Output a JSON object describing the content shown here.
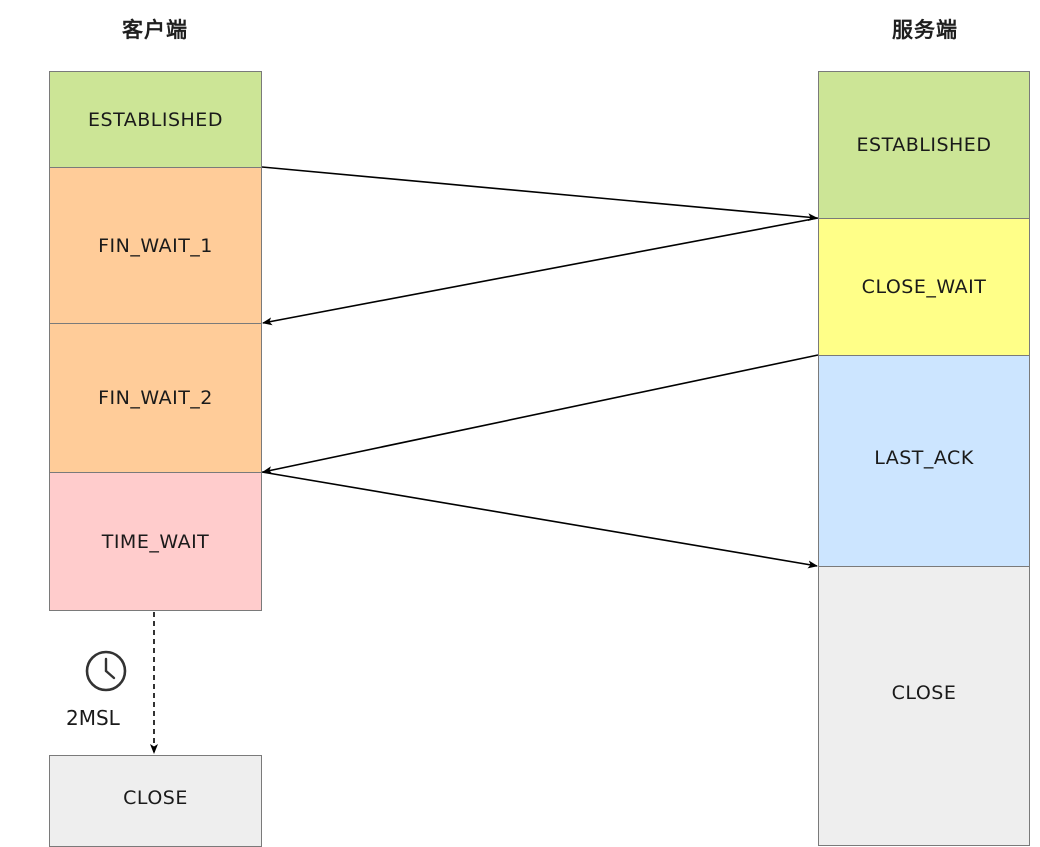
{
  "client": {
    "title": "客户端",
    "states": [
      {
        "label": "ESTABLISHED",
        "color": "#cce596"
      },
      {
        "label": "FIN_WAIT_1",
        "color": "#ffcc99"
      },
      {
        "label": "FIN_WAIT_2",
        "color": "#ffcc99"
      },
      {
        "label": "TIME_WAIT",
        "color": "#ffcccc"
      },
      {
        "label": "CLOSE",
        "color": "#eeeeee"
      }
    ]
  },
  "server": {
    "title": "服务端",
    "states": [
      {
        "label": "ESTABLISHED",
        "color": "#cce596"
      },
      {
        "label": "CLOSE_WAIT",
        "color": "#ffff88"
      },
      {
        "label": "LAST_ACK",
        "color": "#cce5ff"
      },
      {
        "label": "CLOSE",
        "color": "#eeeeee"
      }
    ]
  },
  "timer": {
    "label": "2MSL",
    "icon": "clock-icon"
  }
}
